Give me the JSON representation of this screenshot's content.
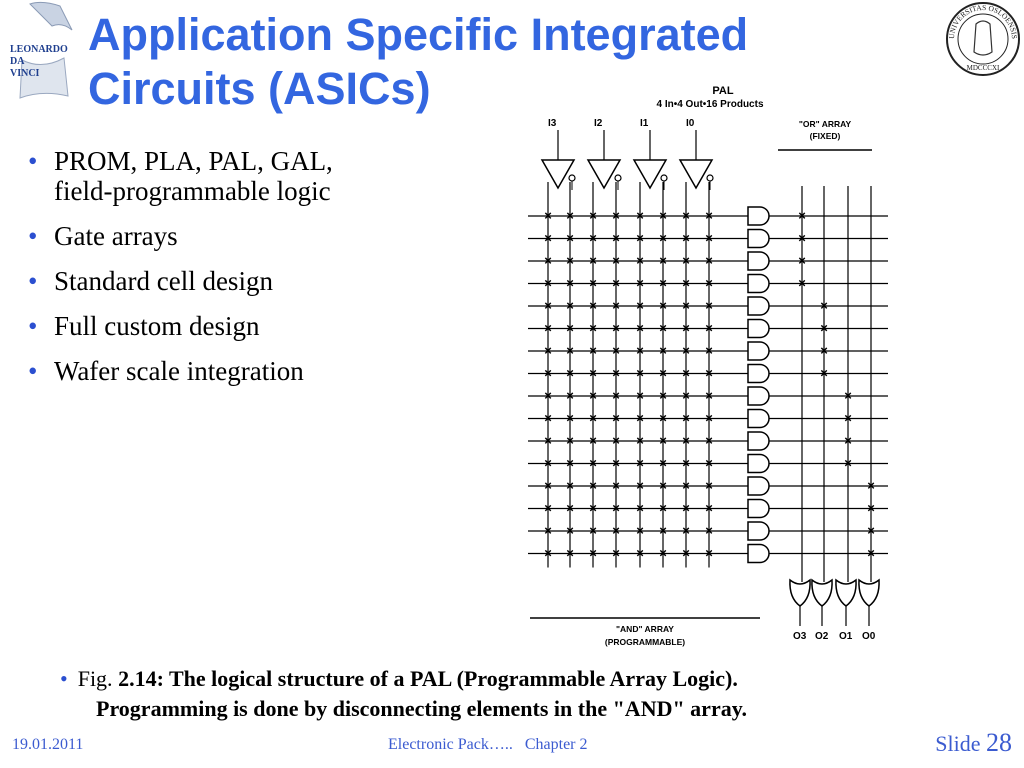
{
  "slide": {
    "title_line1": "Application Specific Integrated",
    "title_line2": "Circuits (ASICs)",
    "bullets": [
      "PROM, PLA, PAL, GAL,",
      "field-programmable logic",
      "Gate arrays",
      "Standard cell design",
      "Full custom design",
      "Wafer scale integration"
    ],
    "caption": {
      "prefix": "Fig. ",
      "bold_part": "2.14: The logical structure of a PAL (Programmable Array Logic).",
      "line2": "Programming is done by disconnecting elements in the \"AND\" array."
    }
  },
  "logos": {
    "left_text": [
      "LEONARDO",
      "DA",
      "VINCI"
    ],
    "right_ring_text": "UNIVERSITAS OSLOENSIS",
    "right_bottom_text": "MDCCCXI"
  },
  "diagram": {
    "title": "PAL",
    "subtitle": "4 In•4 Out•16 Products",
    "inputs": [
      "I3",
      "I2",
      "I1",
      "I0"
    ],
    "or_label": [
      "\"OR\" ARRAY",
      "(FIXED)"
    ],
    "and_label": [
      "\"AND\" ARRAY",
      "(PROGRAMMABLE)"
    ],
    "outputs": [
      "O3",
      "O2",
      "O1",
      "O0"
    ],
    "product_terms": 16
  },
  "footer": {
    "date": "19.01.2011",
    "center": "Electronic Pack…..   Chapter 2",
    "slide_label": "Slide ",
    "slide_number": "28"
  }
}
